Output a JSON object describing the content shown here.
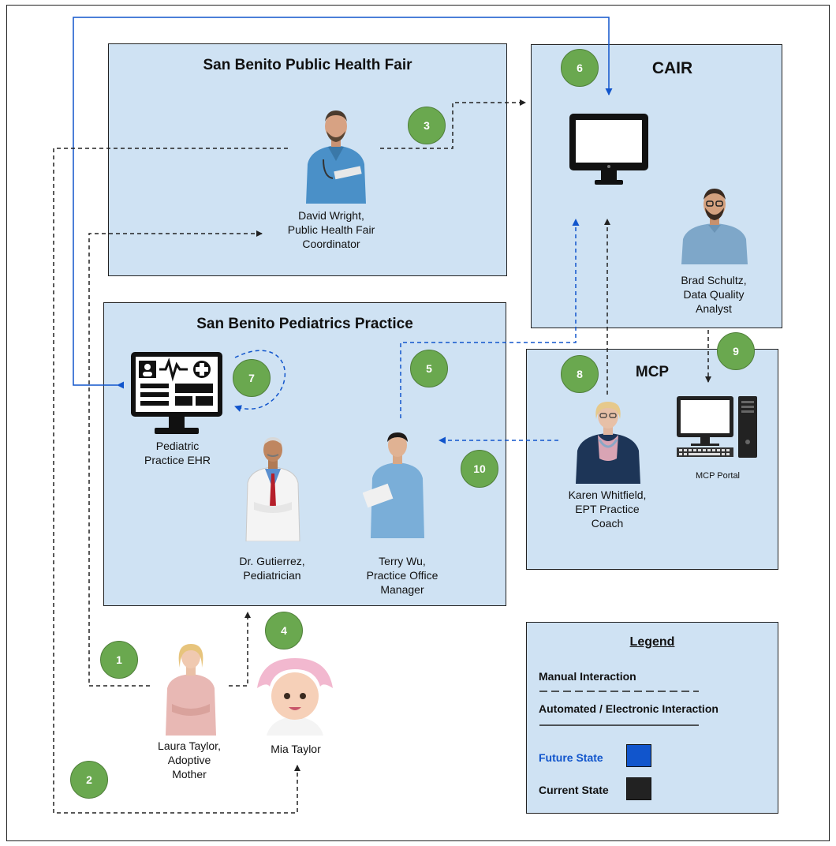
{
  "boxes": {
    "health_fair": {
      "title": "San Benito Public Health Fair"
    },
    "cair": {
      "title": "CAIR"
    },
    "pediatrics": {
      "title": "San Benito Pediatrics Practice"
    },
    "mcp": {
      "title": "MCP"
    }
  },
  "people": {
    "david": {
      "name": "David Wright,",
      "role_line1": "Public Health Fair",
      "role_line2": "Coordinator"
    },
    "brad": {
      "name": "Brad Schultz,",
      "role_line1": "Data Quality",
      "role_line2": "Analyst"
    },
    "gutierrez": {
      "name": "Dr. Gutierrez,",
      "role_line1": "Pediatrician"
    },
    "terry": {
      "name": "Terry Wu,",
      "role_line1": "Practice Office",
      "role_line2": "Manager"
    },
    "karen": {
      "name": "Karen Whitfield,",
      "role_line1": "EPT Practice",
      "role_line2": "Coach"
    },
    "laura": {
      "name": "Laura Taylor,",
      "role_line1": "Adoptive",
      "role_line2": "Mother"
    },
    "mia": {
      "name": "Mia Taylor"
    }
  },
  "systems": {
    "ehr": {
      "line1": "Pediatric",
      "line2": "Practice EHR"
    },
    "mcp_portal": {
      "label": "MCP Portal"
    }
  },
  "steps": [
    "1",
    "2",
    "3",
    "4",
    "5",
    "6",
    "7",
    "8",
    "9",
    "10"
  ],
  "legend": {
    "title": "Legend",
    "manual": "Manual  Interaction",
    "automated": "Automated / Electronic Interaction",
    "future": "Future State",
    "current": "Current State"
  },
  "colors": {
    "box_fill": "#cfe2f3",
    "badge": "#6aa84f",
    "future": "#1155cc",
    "current": "#222222"
  }
}
